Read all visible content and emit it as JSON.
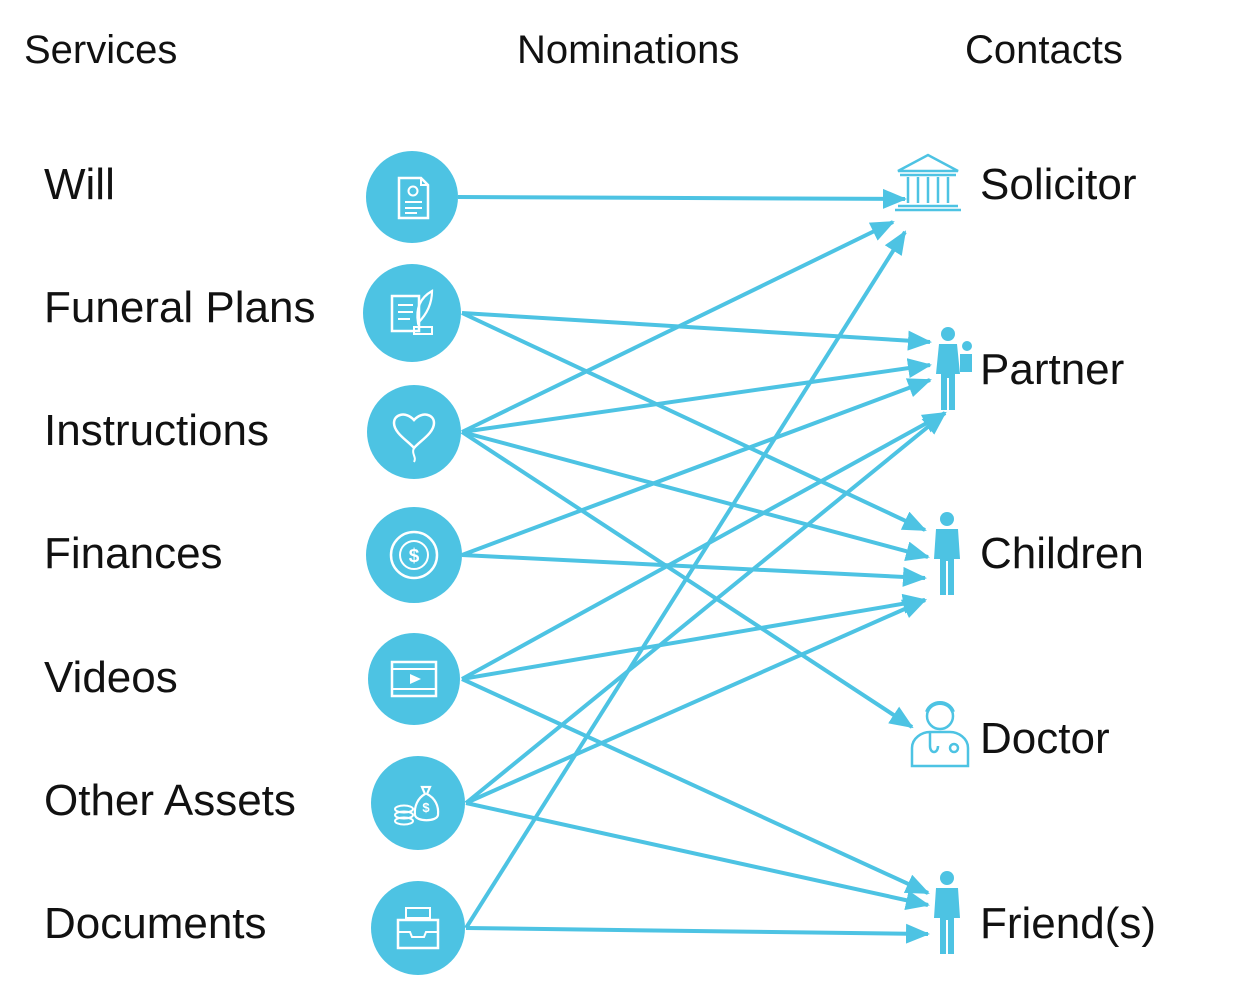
{
  "headings": {
    "services": "Services",
    "nominations": "Nominations",
    "contacts": "Contacts"
  },
  "services": [
    {
      "label": "Will",
      "icon": "will-document-icon"
    },
    {
      "label": "Funeral Plans",
      "icon": "funeral-plan-icon"
    },
    {
      "label": "Instructions",
      "icon": "heart-balloon-icon"
    },
    {
      "label": "Finances",
      "icon": "dollar-target-icon"
    },
    {
      "label": "Videos",
      "icon": "video-film-icon"
    },
    {
      "label": "Other Assets",
      "icon": "money-bag-coins-icon"
    },
    {
      "label": "Documents",
      "icon": "file-tray-icon"
    }
  ],
  "contacts": [
    {
      "label": "Solicitor",
      "icon": "courthouse-icon"
    },
    {
      "label": "Partner",
      "icon": "parent-with-child-icon"
    },
    {
      "label": "Children",
      "icon": "person-icon"
    },
    {
      "label": "Doctor",
      "icon": "doctor-icon"
    },
    {
      "label": "Friend(s)",
      "icon": "person-icon"
    }
  ],
  "links": [
    {
      "from": "Will",
      "to": "Solicitor"
    },
    {
      "from": "Funeral Plans",
      "to": "Partner"
    },
    {
      "from": "Funeral Plans",
      "to": "Children"
    },
    {
      "from": "Instructions",
      "to": "Solicitor"
    },
    {
      "from": "Instructions",
      "to": "Partner"
    },
    {
      "from": "Instructions",
      "to": "Children"
    },
    {
      "from": "Instructions",
      "to": "Doctor"
    },
    {
      "from": "Finances",
      "to": "Partner"
    },
    {
      "from": "Finances",
      "to": "Children"
    },
    {
      "from": "Videos",
      "to": "Partner"
    },
    {
      "from": "Videos",
      "to": "Children"
    },
    {
      "from": "Videos",
      "to": "Friend(s)"
    },
    {
      "from": "Other Assets",
      "to": "Partner"
    },
    {
      "from": "Other Assets",
      "to": "Children"
    },
    {
      "from": "Other Assets",
      "to": "Friend(s)"
    },
    {
      "from": "Documents",
      "to": "Solicitor"
    },
    {
      "from": "Documents",
      "to": "Friend(s)"
    }
  ],
  "colors": {
    "accent": "#4DC3E3",
    "text": "#111111",
    "background": "#FFFFFF"
  }
}
